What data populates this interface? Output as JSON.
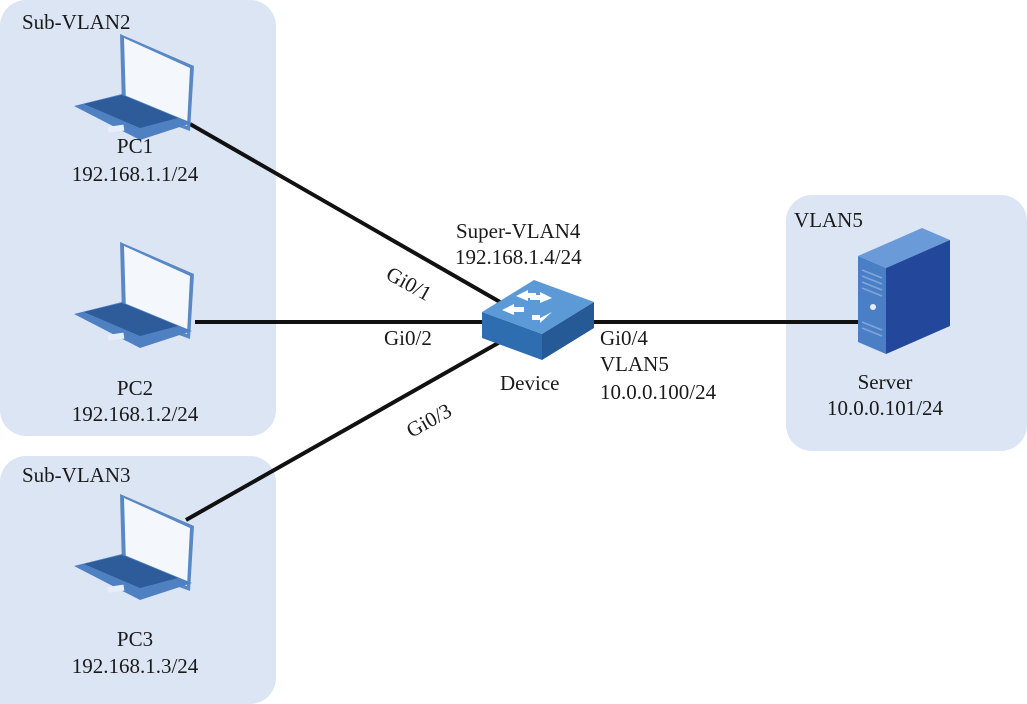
{
  "zones": {
    "subvlan2": {
      "title": "Sub-VLAN2"
    },
    "subvlan3": {
      "title": "Sub-VLAN3"
    },
    "vlan5": {
      "title": "VLAN5"
    }
  },
  "nodes": {
    "pc1": {
      "name": "PC1",
      "ip": "192.168.1.1/24",
      "icon": "laptop-icon"
    },
    "pc2": {
      "name": "PC2",
      "ip": "192.168.1.2/24",
      "icon": "laptop-icon"
    },
    "pc3": {
      "name": "PC3",
      "ip": "192.168.1.3/24",
      "icon": "laptop-icon"
    },
    "device": {
      "name": "Device",
      "vlan": "Super-VLAN4",
      "ip": "192.168.1.4/24",
      "icon": "switch-icon"
    },
    "server": {
      "name": "Server",
      "ip": "10.0.0.101/24",
      "icon": "server-icon"
    }
  },
  "links": {
    "gi01": {
      "port": "Gi0/1"
    },
    "gi02": {
      "port": "Gi0/2"
    },
    "gi03": {
      "port": "Gi0/3"
    },
    "gi04": {
      "port": "Gi0/4",
      "vlan": "VLAN5",
      "ip": "10.0.0.100/24"
    }
  },
  "colors": {
    "zone_fill": "#dbe5f3",
    "link": "#111111",
    "device_blue": "#3d7fc4"
  }
}
